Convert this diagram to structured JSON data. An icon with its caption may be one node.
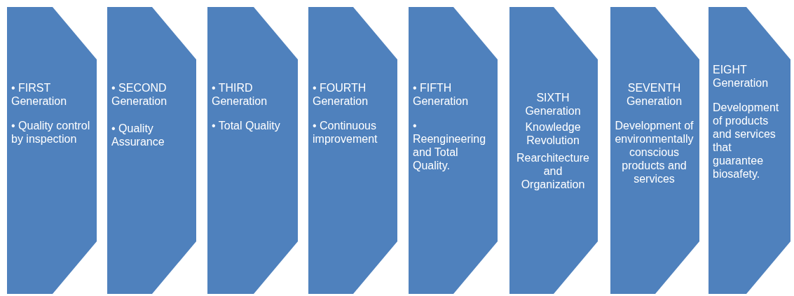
{
  "diagram": {
    "nodes": [
      {
        "text": [
          "• FIRST Generation",
          "• Quality control by inspection"
        ]
      },
      {
        "text": [
          "• SECOND Generation",
          "• Quality Assurance"
        ]
      },
      {
        "text": [
          "• THIRD Generation",
          "• Total Quality"
        ]
      },
      {
        "text": [
          "• FOURTH Generation",
          "• Continuous improvement"
        ]
      },
      {
        "text": [
          "• FIFTH Generation",
          "• Reengineering and Total Quality."
        ]
      },
      {
        "text": [
          "SIXTH Generation",
          "Knowledge Revolution",
          "Rearchitecture and Organization"
        ]
      },
      {
        "text": [
          "SEVENTH Generation",
          "Development of environmentally conscious products and services"
        ]
      },
      {
        "text": [
          "EIGHT Generation",
          "Development of products and services that guarantee biosafety."
        ]
      }
    ]
  }
}
